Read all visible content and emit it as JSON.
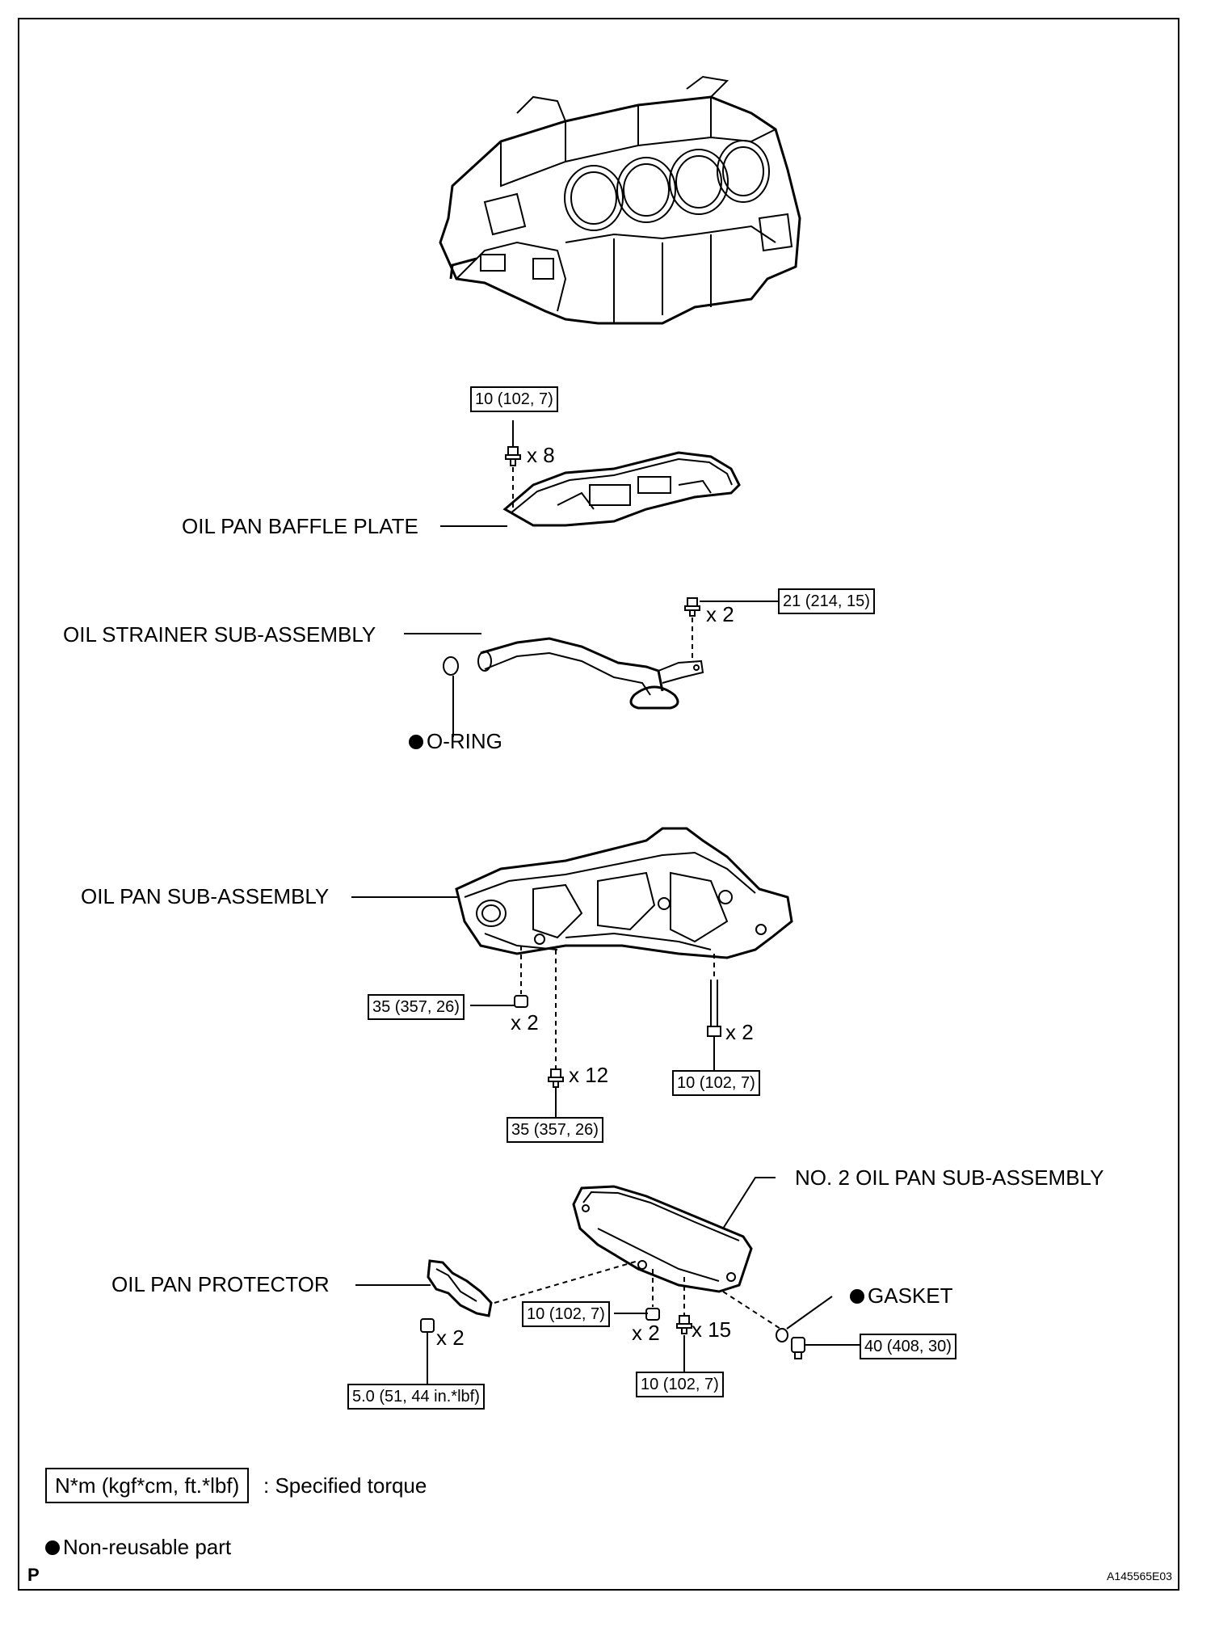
{
  "parts": {
    "baffle_plate": "OIL PAN BAFFLE PLATE",
    "strainer": "OIL STRAINER SUB-ASSEMBLY",
    "o_ring": "O-RING",
    "oil_pan": "OIL PAN SUB-ASSEMBLY",
    "no2_oil_pan": "NO. 2 OIL PAN SUB-ASSEMBLY",
    "protector": "OIL PAN PROTECTOR",
    "gasket": "GASKET"
  },
  "torques": {
    "baffle_bolt": "10 (102, 7)",
    "strainer_bolt": "21 (214, 15)",
    "oil_pan_nut": "35 (357, 26)",
    "oil_pan_stud": "10 (102, 7)",
    "oil_pan_bolt": "35 (357, 26)",
    "no2_nut": "10 (102, 7)",
    "no2_bolt": "10 (102, 7)",
    "protector_nut": "5.0 (51, 44 in.*lbf)",
    "drain_plug": "40 (408, 30)"
  },
  "quantities": {
    "baffle_bolts": "x 8",
    "strainer_bolts": "x 2",
    "oil_pan_nuts": "x 2",
    "oil_pan_studs": "x 2",
    "oil_pan_bolts": "x 12",
    "protector_nuts": "x 2",
    "no2_nuts": "x 2",
    "no2_bolts": "x 15"
  },
  "legend": {
    "torque_unit": "N*m (kgf*cm, ft.*lbf)",
    "torque_text": ": Specified torque",
    "non_reusable": "Non-reusable part"
  },
  "footer": {
    "page_mark": "P",
    "figure_id": "A145565E03"
  }
}
